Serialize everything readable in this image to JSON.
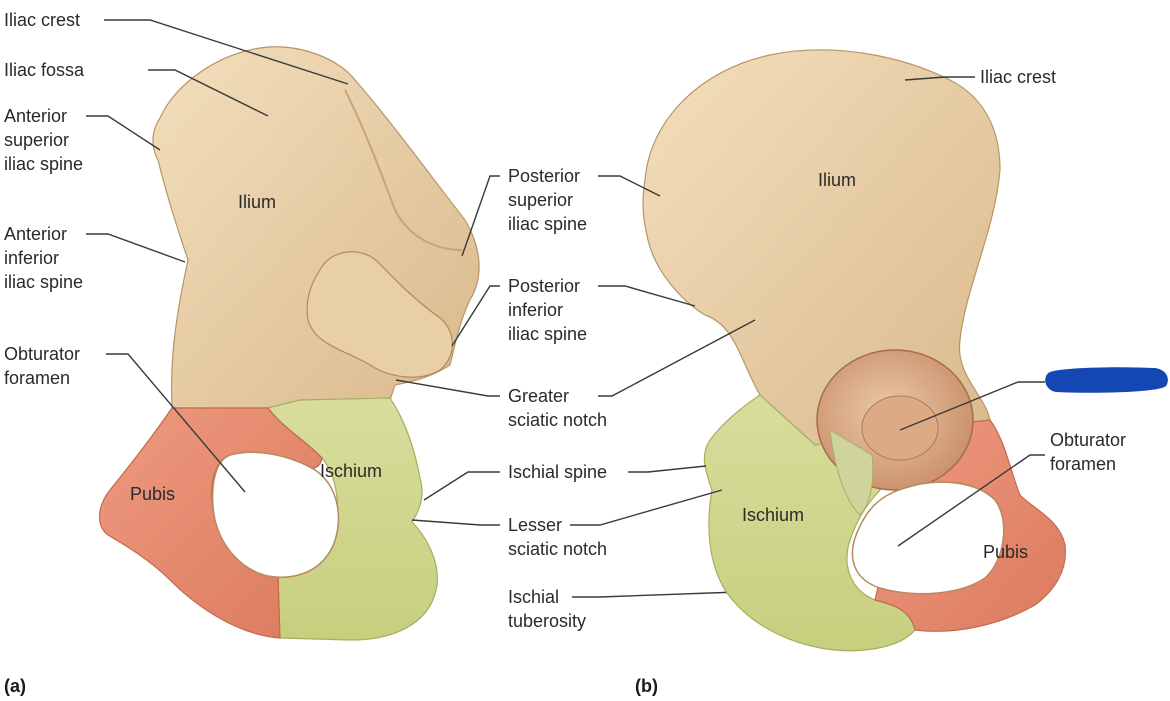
{
  "colors": {
    "bone": "#e8ccA0",
    "bone_light": "#f2dcb8",
    "bone_shadow": "#c9a67a",
    "ilium": "#ead2aa",
    "ischium": "#d7dc9a",
    "pubis": "#e88a70",
    "redaction": "#1446b4"
  },
  "panel_a": {
    "label": "(a)",
    "labels": {
      "iliac_crest": "Iliac crest",
      "iliac_fossa": "Iliac fossa",
      "asis": [
        "Anterior",
        "superior",
        "iliac spine"
      ],
      "aiis": [
        "Anterior",
        "inferior",
        "iliac spine"
      ],
      "obturator_foramen": [
        "Obturator",
        "foramen"
      ],
      "psis": [
        "Posterior",
        "superior",
        "iliac spine"
      ],
      "piis": [
        "Posterior",
        "inferior",
        "iliac spine"
      ],
      "greater_sciatic_notch": [
        "Greater",
        "sciatic notch"
      ],
      "ischial_spine": "Ischial spine",
      "lesser_sciatic_notch": [
        "Lesser",
        "sciatic notch"
      ],
      "ischial_tuberosity": [
        "Ischial",
        "tuberosity"
      ]
    },
    "regions": {
      "ilium": "Ilium",
      "ischium": "Ischium",
      "pubis": "Pubis"
    }
  },
  "panel_b": {
    "label": "(b)",
    "labels": {
      "iliac_crest": "Iliac crest",
      "obturator_foramen": [
        "Obturator",
        "foramen"
      ]
    },
    "regions": {
      "ilium": "Ilium",
      "ischium": "Ischium",
      "pubis": "Pubis"
    }
  }
}
